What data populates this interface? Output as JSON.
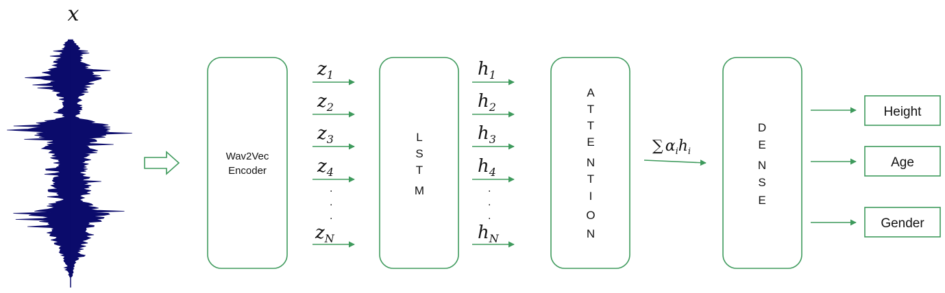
{
  "input": {
    "symbol": "x"
  },
  "blocks": {
    "encoder": {
      "line1": "Wav2Vec",
      "line2": "Encoder"
    },
    "lstm": [
      "L",
      "S",
      "T",
      "M"
    ],
    "attention": [
      "A",
      "T",
      "T",
      "E",
      "N",
      "T",
      "I",
      "O",
      "N"
    ],
    "dense": [
      "D",
      "E",
      "N",
      "S",
      "E"
    ]
  },
  "latent_vectors": {
    "z": [
      {
        "base": "z",
        "sub": "1"
      },
      {
        "base": "z",
        "sub": "2"
      },
      {
        "base": "z",
        "sub": "3"
      },
      {
        "base": "z",
        "sub": "4"
      },
      {
        "base": "z",
        "sub": "N"
      }
    ],
    "h": [
      {
        "base": "h",
        "sub": "1"
      },
      {
        "base": "h",
        "sub": "2"
      },
      {
        "base": "h",
        "sub": "3"
      },
      {
        "base": "h",
        "sub": "4"
      },
      {
        "base": "h",
        "sub": "N"
      }
    ],
    "ellipsis": "."
  },
  "attention_output": {
    "sum": "∑",
    "alpha": "α",
    "alpha_sub": "i",
    "h": "h",
    "h_sub": "i"
  },
  "outputs": [
    "Height",
    "Age",
    "Gender"
  ],
  "colors": {
    "accent": "#3e9a5c",
    "waveform": "#0b0b6b"
  }
}
